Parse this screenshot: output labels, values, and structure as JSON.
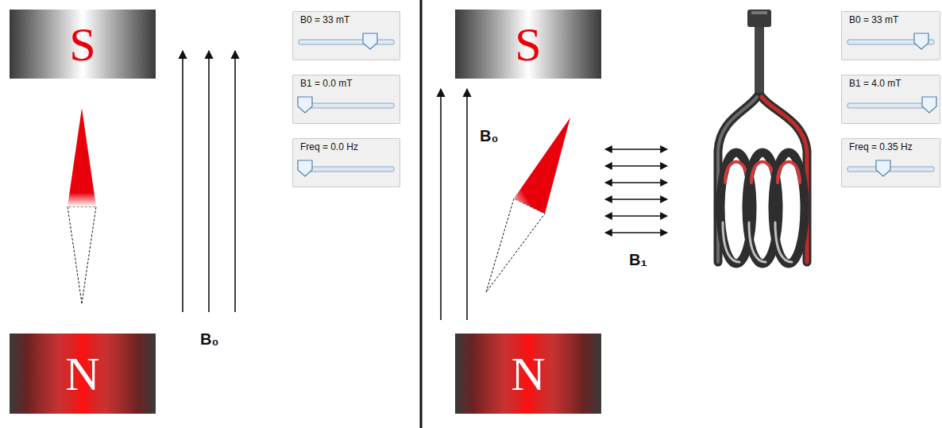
{
  "diagram": {
    "nodes": [
      {
        "text": [
          "S"
        ]
      },
      {
        "text": [
          "N"
        ]
      },
      {
        "text": [
          "B0 = 33 mT"
        ]
      },
      {
        "text": [
          "B1 = 0.0 mT"
        ]
      },
      {
        "text": [
          "Freq = 0.0 Hz"
        ]
      },
      {
        "text": [
          "S"
        ]
      },
      {
        "text": [
          "N"
        ]
      },
      {
        "text": [
          "B0 = 33 mT"
        ]
      },
      {
        "text": [
          "B1 = 4.0 mT"
        ]
      },
      {
        "text": [
          "Freq = 0.35 Hz"
        ]
      }
    ],
    "labels": [
      "B₀",
      "B₀",
      "B₁"
    ]
  }
}
